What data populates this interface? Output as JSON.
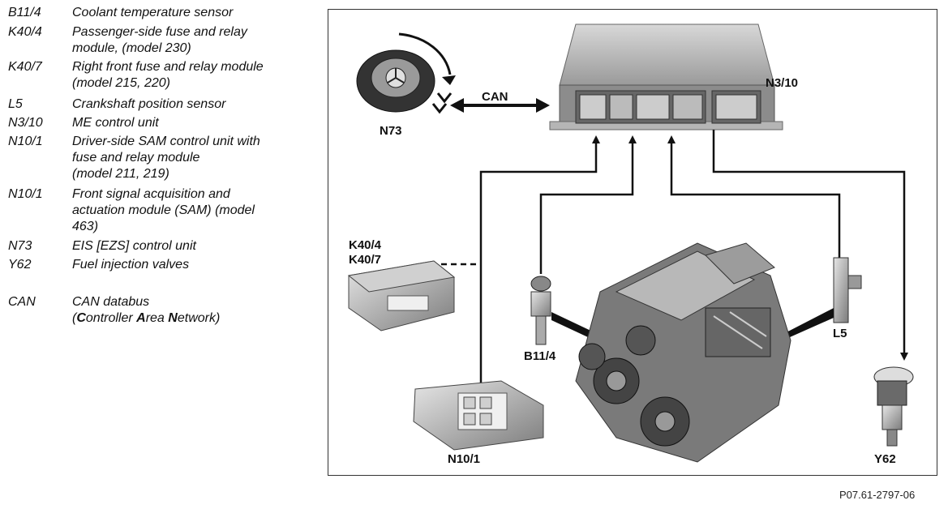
{
  "legend": [
    {
      "code": "B11/4",
      "desc": "Coolant temperature sensor"
    },
    {
      "code": "K40/4",
      "desc": "Passenger-side fuse and relay\nmodule, (model 230)"
    },
    {
      "code": "K40/7",
      "desc": "Right front fuse and relay module\n(model 215, 220)"
    },
    {
      "code": "L5",
      "desc": "Crankshaft position sensor"
    },
    {
      "code": "N3/10",
      "desc": "ME control unit"
    },
    {
      "code": "N10/1",
      "desc": "Driver-side SAM control unit with\nfuse and relay module\n(model 211, 219)"
    },
    {
      "code": "N10/1",
      "desc": "Front signal acquisition and\nactuation module (SAM) (model\n463)"
    },
    {
      "code": "N73",
      "desc": "EIS [EZS] control unit"
    },
    {
      "code": "Y62",
      "desc": "Fuel injection valves"
    },
    {
      "code": "CAN",
      "desc": "CAN databus\n(Controller Area Network)"
    }
  ],
  "labels": {
    "can": "CAN",
    "n3_10": "N3/10",
    "n73": "N73",
    "k40_4": "K40/4",
    "k40_7": "K40/7",
    "b11_4": "B11/4",
    "l5": "L5",
    "n10_1": "N10/1",
    "y62": "Y62"
  },
  "reference": "P07.61-2797-06"
}
